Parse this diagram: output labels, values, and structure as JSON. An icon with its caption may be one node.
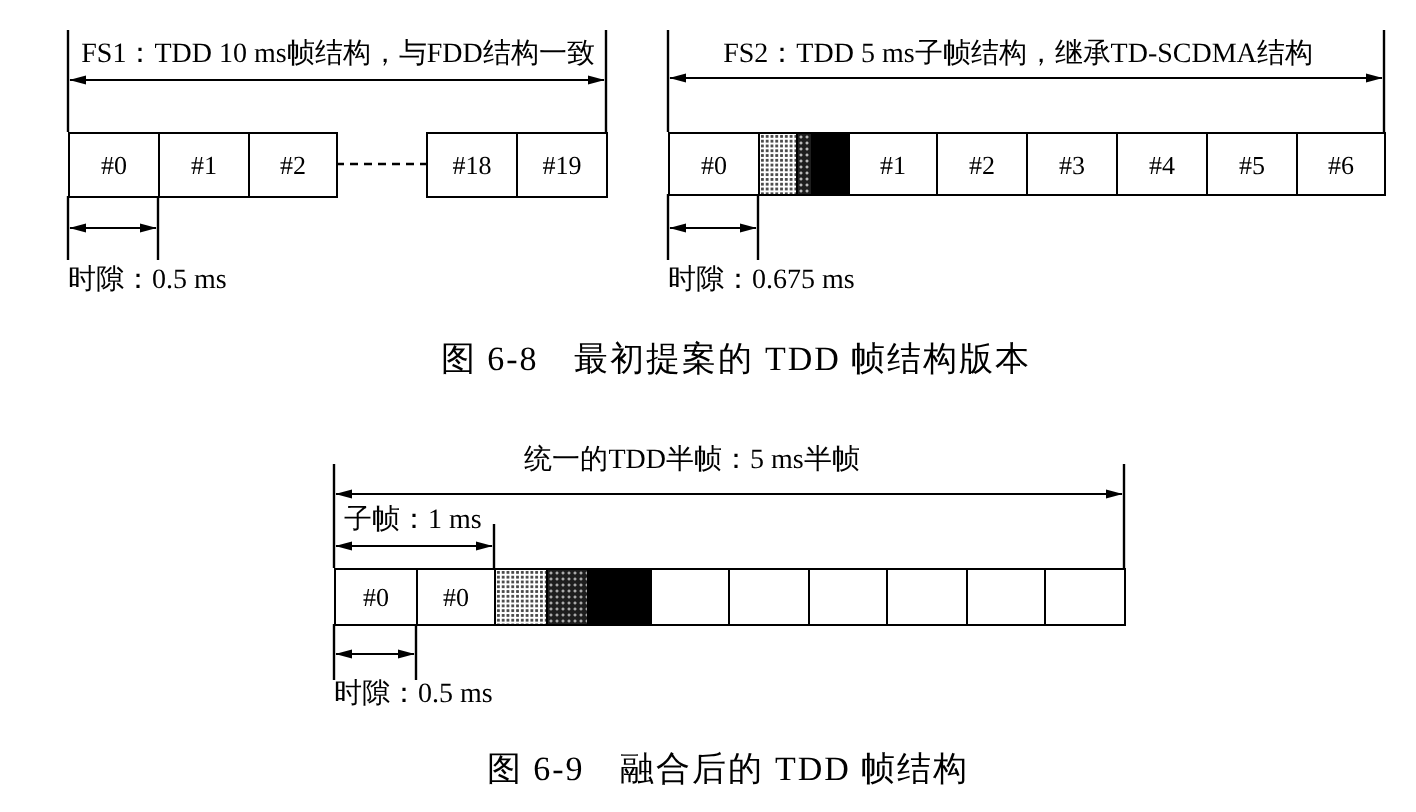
{
  "diagram": {
    "nodes": [
      {
        "text": [
          "#0"
        ]
      },
      {
        "text": [
          "#1"
        ]
      },
      {
        "text": [
          "#2"
        ]
      },
      {
        "text": [
          "#18"
        ]
      },
      {
        "text": [
          "#19"
        ]
      },
      {
        "text": [
          "#0"
        ]
      },
      {
        "text": [],
        "shape": "box"
      },
      {
        "text": [],
        "shape": "box"
      },
      {
        "text": [
          "#1"
        ]
      },
      {
        "text": [
          "#2"
        ]
      },
      {
        "text": [
          "#3"
        ]
      },
      {
        "text": [
          "#4"
        ]
      },
      {
        "text": [
          "#5"
        ]
      },
      {
        "text": [
          "#6"
        ]
      },
      {
        "text": [
          "#0"
        ]
      },
      {
        "text": [
          "#0"
        ]
      },
      {
        "text": [],
        "shape": "box"
      },
      {
        "text": [],
        "shape": "box"
      },
      {
        "text": [],
        "shape": "box"
      },
      {
        "text": [],
        "shape": "box"
      },
      {
        "text": [],
        "shape": "box"
      },
      {
        "text": [],
        "shape": "box"
      },
      {
        "text": [],
        "shape": "box"
      },
      {
        "text": [],
        "shape": "box"
      }
    ],
    "edges": [
      {
        "from": 2,
        "to": 3,
        "arrow": "none",
        "style": "dashed"
      }
    ],
    "labels": [
      "FS1：TDD 10 ms帧结构，与FDD结构一致",
      "FS2：TDD 5 ms子帧结构，继承TD-SCDMA结构",
      "时隙：0.5 ms",
      "时隙：0.675 ms",
      "图 6-8　最初提案的 TDD 帧结构版本",
      "统一的TDD半帧：5 ms半帧",
      "子帧：1 ms",
      "时隙：0.5 ms",
      "图 6-9　融合后的 TDD 帧结构"
    ]
  }
}
